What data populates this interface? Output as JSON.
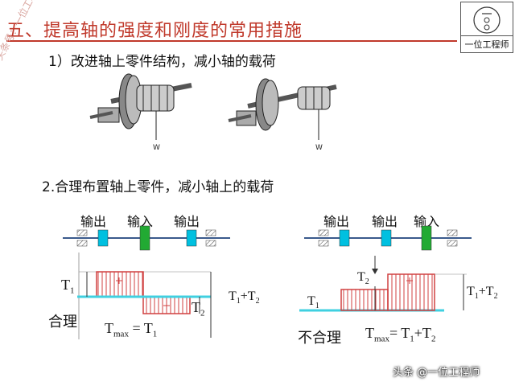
{
  "title": "五、提高轴的强度和刚度的常用措施",
  "watermark": "头条号：一位工程师",
  "logo": {
    "name": "一位工程师"
  },
  "section1": {
    "heading": "1）改进轴上零件结构，减小轴的载荷"
  },
  "section2": {
    "heading": "2.合理布置轴上零件，减小轴上的载荷"
  },
  "left": {
    "labels": [
      "输出",
      "输入",
      "输出"
    ],
    "t1": "T1",
    "t2": "T2",
    "t1t2": "T1+T2",
    "verdict": "合理",
    "formula": "Tmax = T1"
  },
  "right": {
    "labels": [
      "输出",
      "输出",
      "输入"
    ],
    "t1": "T1",
    "t2": "T2",
    "t1t2": "T1+T2",
    "verdict": "不合理",
    "formula": "Tmax= T1+T2"
  },
  "footer": "头条 @一位工程师",
  "colors": {
    "title": "#c0392b",
    "output_gear": "#00c0e0",
    "input_gear": "#22aa33",
    "torque_fill": "#d04040",
    "baseline": "#40d0e0"
  }
}
